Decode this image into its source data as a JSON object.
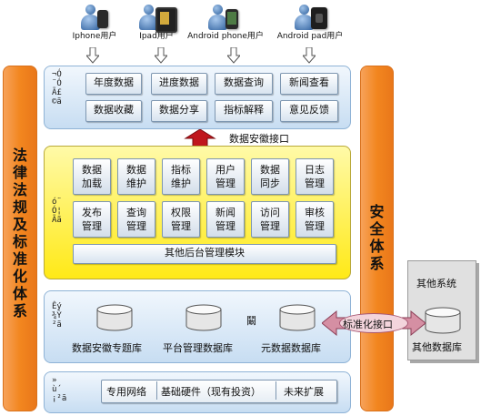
{
  "users": [
    {
      "label": "Iphone用户",
      "device_color": "#2b2b2b"
    },
    {
      "label": "Ipad用户",
      "device_color": "#c9a33a"
    },
    {
      "label": "Android phone用户",
      "device_color": "#3d5a3a"
    },
    {
      "label": "Android pad用户",
      "device_color": "#1e1e1e"
    }
  ],
  "left_bar": {
    "text": [
      "法",
      "律",
      "法",
      "规",
      "及",
      "标",
      "准",
      "化",
      "体",
      "系"
    ]
  },
  "right_bar": {
    "text": [
      "安",
      "全",
      "体",
      "系"
    ]
  },
  "app_layer": {
    "garble": [
      "¬",
      "Ó",
      "¨",
      "Ó",
      "Ã",
      "£",
      "©",
      "ã"
    ],
    "buttons": [
      "年度数据",
      "进度数据",
      "数据查询",
      "新闻查看",
      "数据收藏",
      "数据分享",
      "指标解释",
      "意见反馈"
    ]
  },
  "interface_label": "数据安徽接口",
  "mgmt_layer": {
    "garble": [
      "ó",
      "¨",
      "Ó",
      "¦",
      "Ã",
      "ã"
    ],
    "buttons": [
      [
        "数据",
        "加载"
      ],
      [
        "数据",
        "维护"
      ],
      [
        "指标",
        "维护"
      ],
      [
        "用户",
        "管理"
      ],
      [
        "数据",
        "同步"
      ],
      [
        "日志",
        "管理"
      ],
      [
        "发布",
        "管理"
      ],
      [
        "查询",
        "管理"
      ],
      [
        "权限",
        "管理"
      ],
      [
        "新闻",
        "管理"
      ],
      [
        "访问",
        "管理"
      ],
      [
        "审核",
        "管理"
      ]
    ],
    "bar_label": "其他后台管理模块"
  },
  "data_layer": {
    "garble": [
      "Ê",
      "ý",
      "¾",
      "Ý",
      "²",
      "ã"
    ],
    "databases": [
      "数据安徽专题库",
      "平台管理数据库",
      "元数据数据库"
    ],
    "mid_glyph": "鬫"
  },
  "infra_layer": {
    "garble": [
      "»",
      "ù",
      "´",
      "¡",
      "²",
      "ã"
    ],
    "items": [
      "专用网络",
      "基础硬件（现有投资）",
      "未来扩展"
    ]
  },
  "other_system": {
    "title": "其他系统",
    "db_label": "其他数据库"
  },
  "standard_interface": "标准化接口",
  "colors": {
    "orange": "#f2861f",
    "yellow": "#ffe917",
    "blue_layer": "#c7ddf2",
    "red_arrow": "#c0161c"
  }
}
